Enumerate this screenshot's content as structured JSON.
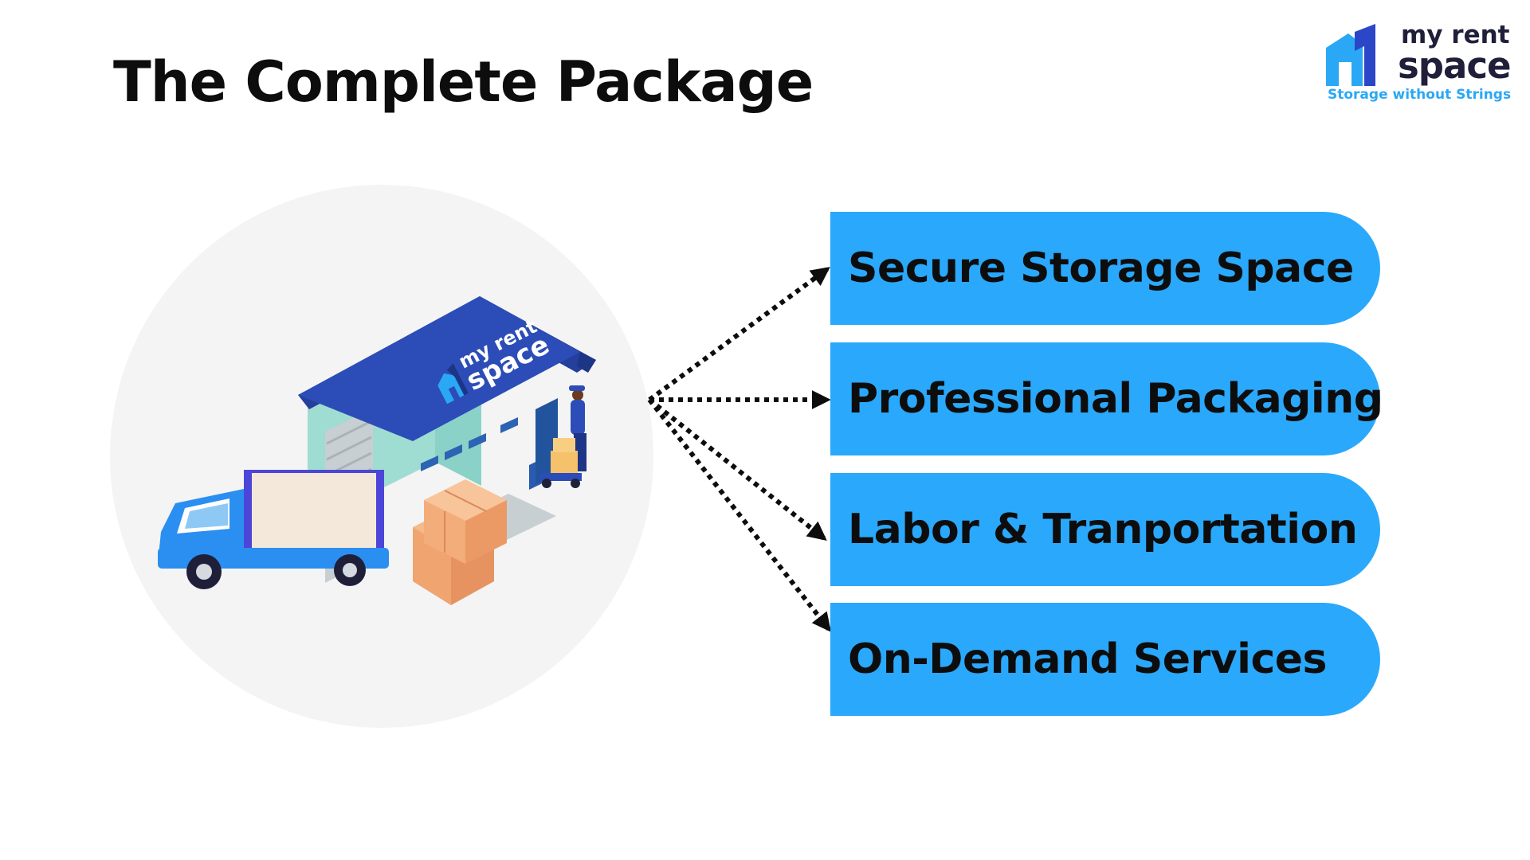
{
  "title": "The Complete Package",
  "logo": {
    "line1": "my rent",
    "line2": "space",
    "tagline": "Storage without Strings",
    "icon": "house-logo-icon"
  },
  "illustration": {
    "sign_line1": "my rent",
    "sign_line2": "space",
    "icons": [
      "warehouse-icon",
      "delivery-truck-icon",
      "cardboard-boxes-icon",
      "worker-with-trolley-icon"
    ]
  },
  "items": [
    {
      "label": "Secure Storage Space"
    },
    {
      "label": "Professional Packaging"
    },
    {
      "label": "Labor & Tranportation"
    },
    {
      "label": "On-Demand Services"
    }
  ],
  "colors": {
    "pill": "#2aa8fb",
    "brand_dark": "#1f1f3a",
    "brand_blue": "#2aa8f5",
    "roof": "#2c4db8",
    "circle": "#f4f4f4"
  }
}
